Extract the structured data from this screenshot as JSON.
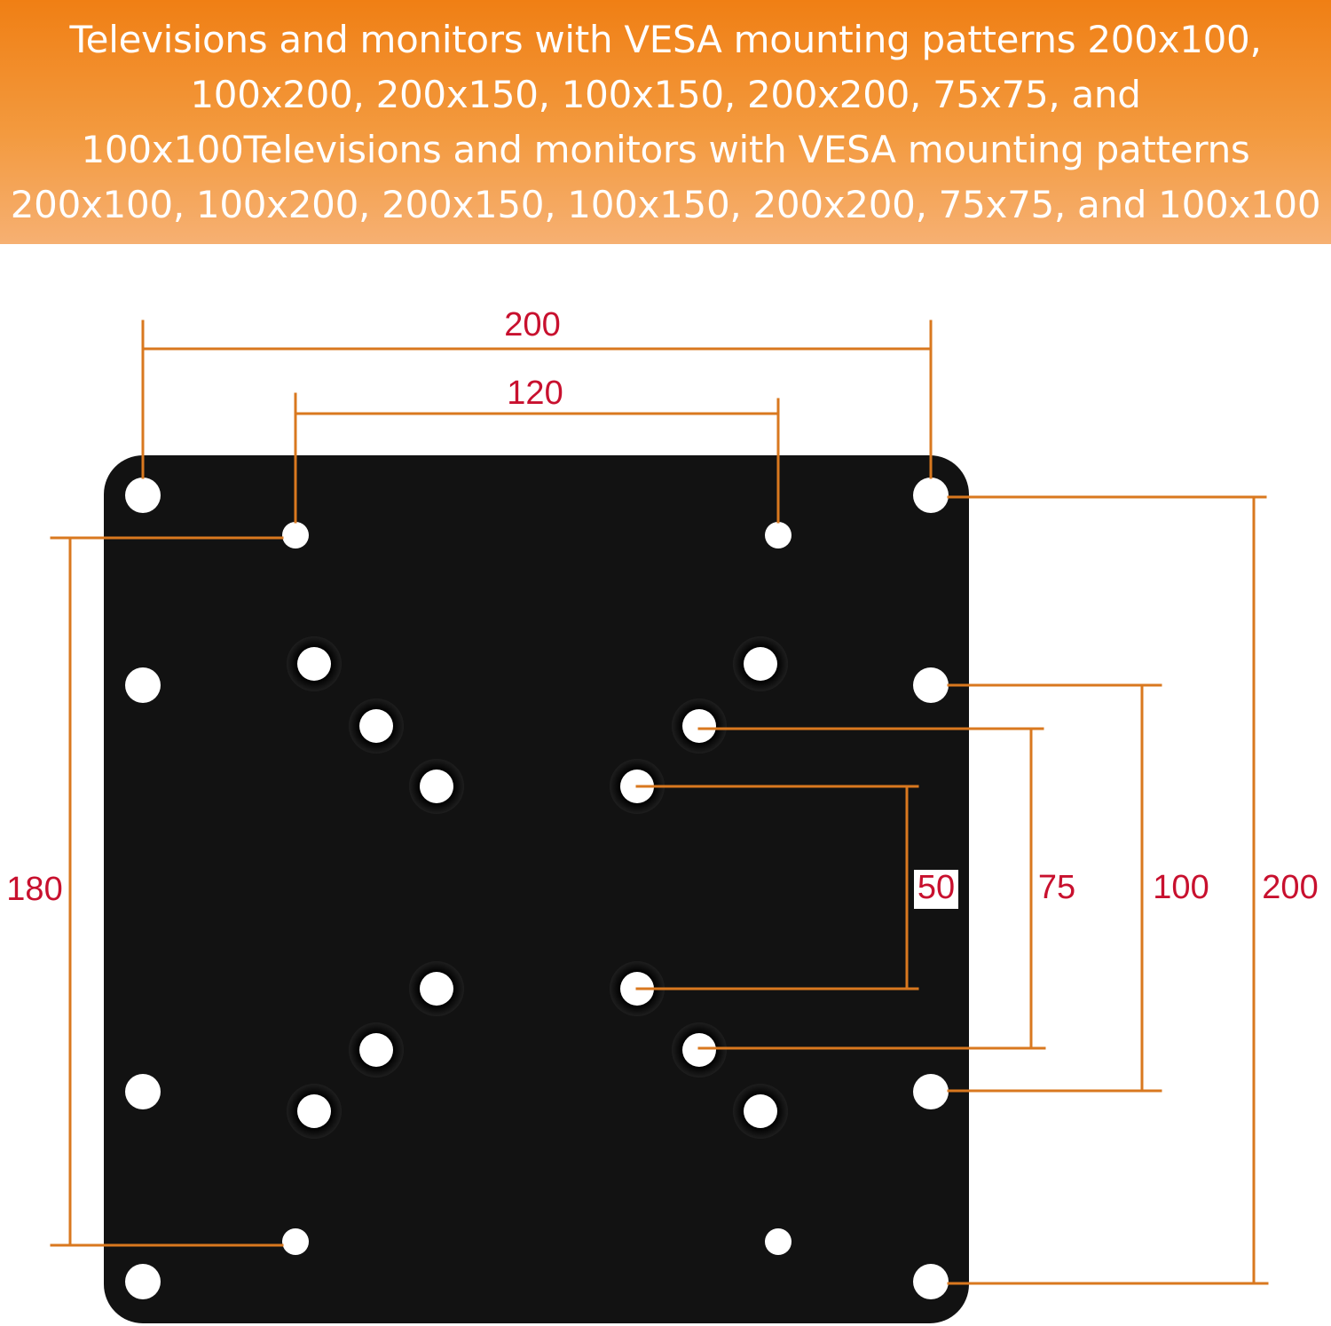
{
  "header": {
    "text": "Televisions and monitors with VESA mounting patterns 200x100, 100x200, 200x150, 100x150, 200x200, 75x75, and 100x100Televisions and monitors with VESA mounting patterns 200x100, 100x200, 200x150, 100x150, 200x200, 75x75, and 100x100"
  },
  "dimensions": {
    "width_outer": "200",
    "width_inner": "120",
    "height_left": "180",
    "height_50": "50",
    "height_75": "75",
    "height_100": "100",
    "height_200": "200"
  },
  "colors": {
    "plate": "#121212",
    "dimension_line": "#d9781f",
    "dimension_text": "#c8102e",
    "header_top": "#f07f14",
    "header_bottom": "#f6b072"
  }
}
